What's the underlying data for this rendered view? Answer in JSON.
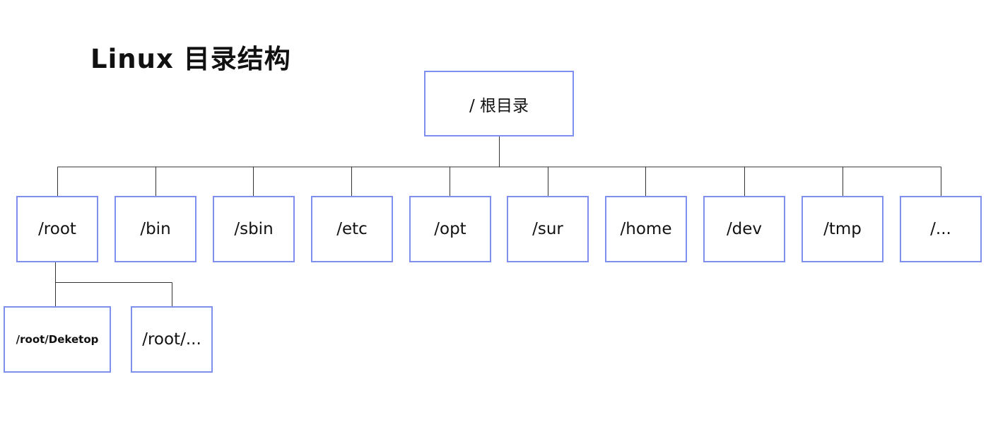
{
  "title": "Linux 目录结构",
  "root": {
    "label": "/ 根目录"
  },
  "children": [
    {
      "label": "/root"
    },
    {
      "label": "/bin"
    },
    {
      "label": "/sbin"
    },
    {
      "label": "/etc"
    },
    {
      "label": "/opt"
    },
    {
      "label": "/sur"
    },
    {
      "label": "/home"
    },
    {
      "label": "/dev"
    },
    {
      "label": "/tmp"
    },
    {
      "label": "/..."
    }
  ],
  "root_children": [
    {
      "label": "/root/Deketop"
    },
    {
      "label": "/root/..."
    }
  ],
  "colors": {
    "node_border": "#7f8ff0",
    "connector": "#333333",
    "text": "#111111"
  }
}
